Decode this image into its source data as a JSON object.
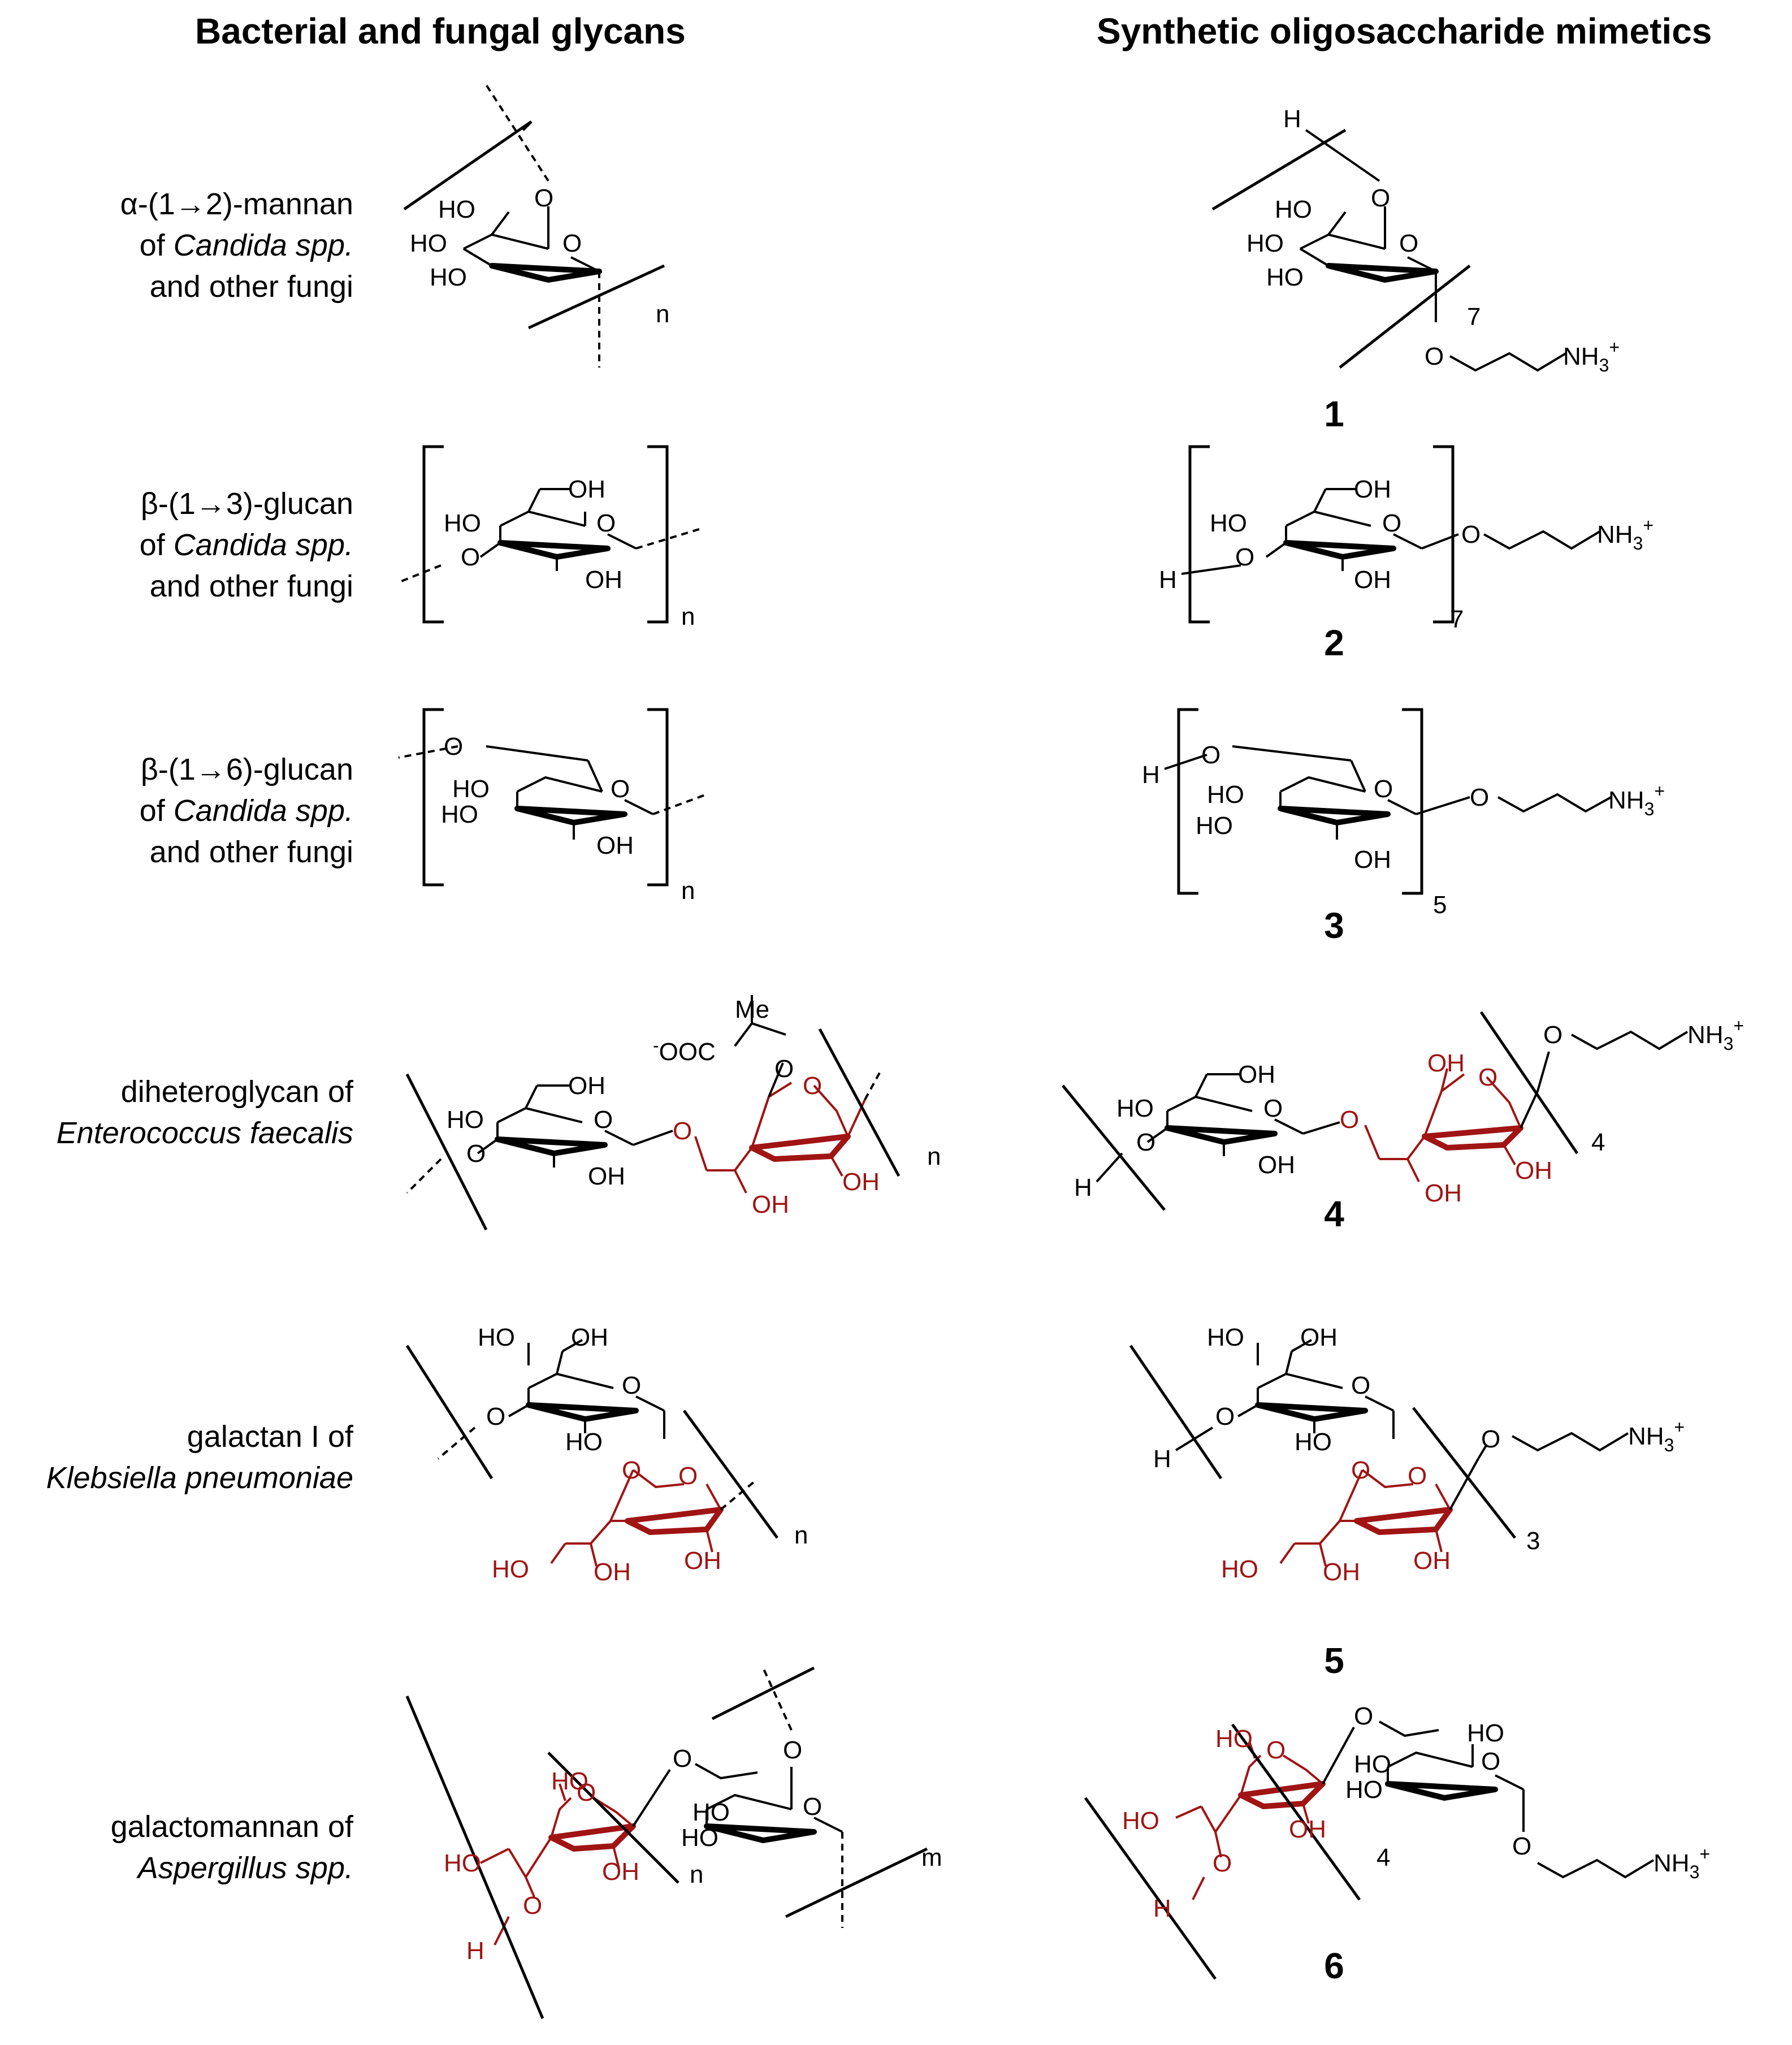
{
  "titles": {
    "left": "Bacterial and fungal glycans",
    "right": "Synthetic oligosaccharide mimetics"
  },
  "glycans": [
    {
      "prefix": "α-(1→2)-mannan",
      "line2_pre": "of ",
      "line2_it": "Candida spp.",
      "line3": "and other fungi"
    },
    {
      "prefix": "β-(1→3)-glucan",
      "line2_pre": "of ",
      "line2_it": "Candida spp.",
      "line3": "and other fungi"
    },
    {
      "prefix": "β-(1→6)-glucan",
      "line2_pre": "of ",
      "line2_it": "Candida spp.",
      "line3": "and other fungi"
    },
    {
      "prefix": "diheteroglycan of",
      "line2_pre": "",
      "line2_it": "Enterococcus faecalis",
      "line3": ""
    },
    {
      "prefix": "galactan I of",
      "line2_pre": "",
      "line2_it": "Klebsiella pneumoniae",
      "line3": ""
    },
    {
      "prefix": "galactomannan of",
      "line2_pre": "",
      "line2_it": "Aspergillus spp.",
      "line3": ""
    }
  ],
  "compounds": [
    "1",
    "2",
    "3",
    "4",
    "5",
    "6"
  ],
  "atoms": {
    "HO": "HO",
    "OH": "OH",
    "O": "O",
    "H": "H",
    "Me": "Me",
    "OOC": "OOC",
    "minus": "-",
    "NH3": "NH",
    "three": "3",
    "plus": "+"
  },
  "repeats": {
    "n": "n",
    "m": "m",
    "r1": "7",
    "r2": "7",
    "r3": "5",
    "r4": "4",
    "r5": "3",
    "r6": "4"
  },
  "colors": {
    "text": "#000000",
    "furanose": "#a01414"
  }
}
